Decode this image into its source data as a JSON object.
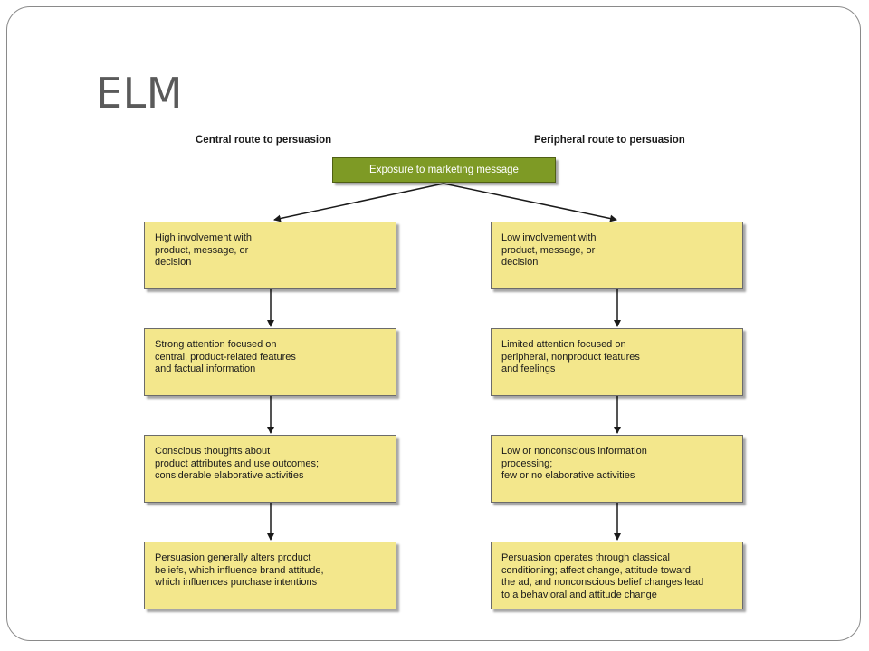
{
  "slide": {
    "title": "ELM"
  },
  "routes": {
    "central_label": "Central route to persuasion",
    "peripheral_label": "Peripheral route to persuasion"
  },
  "top_box": {
    "label": "Exposure to marketing message",
    "color": "#7e9a25"
  },
  "box_color": "#f3e78c",
  "central_steps": [
    "High involvement with\nproduct, message, or\ndecision",
    "Strong attention focused on\ncentral, product-related features\nand factual information",
    "Conscious thoughts about\nproduct attributes and use outcomes;\nconsiderable elaborative activities",
    "Persuasion generally alters product\nbeliefs, which influence brand attitude,\nwhich influences purchase intentions"
  ],
  "peripheral_steps": [
    "Low involvement with\nproduct, message, or\ndecision",
    "Limited attention focused on\nperipheral, nonproduct features\nand feelings",
    "Low or nonconscious information\nprocessing;\nfew or no elaborative activities",
    "Persuasion operates through classical\nconditioning; affect change, attitude toward\nthe ad, and nonconscious belief changes lead\nto a behavioral and attitude change"
  ]
}
